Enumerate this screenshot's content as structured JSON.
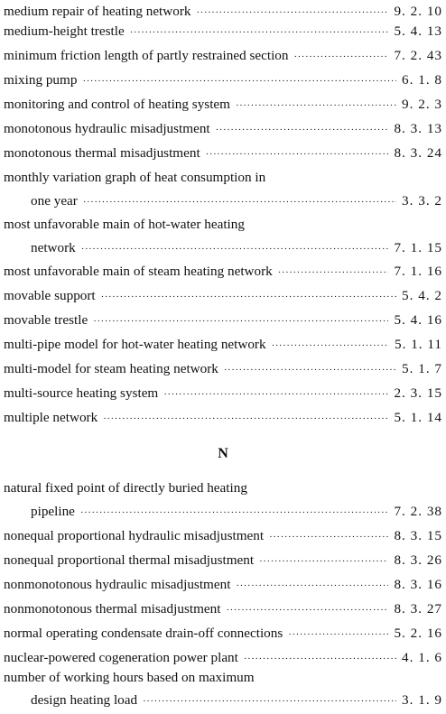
{
  "section_m": [
    {
      "term": "medium repair of heating network",
      "page": "9. 2. 10"
    },
    {
      "term": "medium-height trestle",
      "page": "5. 4. 13"
    },
    {
      "term": "minimum friction length of partly restrained section",
      "page": "7. 2. 43"
    },
    {
      "term": "mixing pump",
      "page": "6. 1. 8"
    },
    {
      "term": "monitoring and control of heating system",
      "page": "9. 2. 3"
    },
    {
      "term": "monotonous hydraulic misadjustment",
      "page": "8. 3. 13"
    },
    {
      "term": "monotonous thermal misadjustment",
      "page": "8. 3. 24"
    },
    {
      "term_line1": "monthly variation graph of heat consumption in",
      "term_line2": "one year",
      "page": "3. 3. 2"
    },
    {
      "term_line1": "most unfavorable main of hot-water heating",
      "term_line2": "network",
      "page": "7. 1. 15"
    },
    {
      "term": "most unfavorable main of steam heating network",
      "page": "7. 1. 16"
    },
    {
      "term": "movable support",
      "page": "5. 4. 2"
    },
    {
      "term": "movable trestle",
      "page": "5. 4. 16"
    },
    {
      "term": "multi-pipe model for hot-water heating network",
      "page": "5. 1. 11"
    },
    {
      "term": "multi-model for steam heating network",
      "page": "5. 1. 7"
    },
    {
      "term": "multi-source heating system",
      "page": "2. 3. 15"
    },
    {
      "term": "multiple network",
      "page": "5. 1. 14"
    }
  ],
  "heading_n": "N",
  "section_n": [
    {
      "term_line1": "natural fixed point of directly buried heating",
      "term_line2": "pipeline",
      "page": "7. 2. 38"
    },
    {
      "term": "nonequal proportional hydraulic misadjustment",
      "page": "8. 3. 15"
    },
    {
      "term": "nonequal proportional thermal misadjustment",
      "page": "8. 3. 26"
    },
    {
      "term": "nonmonotonous hydraulic misadjustment",
      "page": "8. 3. 16"
    },
    {
      "term": "nonmonotonous thermal misadjustment",
      "page": "8. 3. 27"
    },
    {
      "term": "normal operating condensate drain-off connections",
      "page": "5. 2. 16"
    },
    {
      "term": "nuclear-powered cogeneration power plant",
      "page": "4. 1. 6"
    },
    {
      "term_line1": "number of working hours based on maximum",
      "term_line2": "design heating load",
      "page": "3. 1. 9"
    }
  ]
}
